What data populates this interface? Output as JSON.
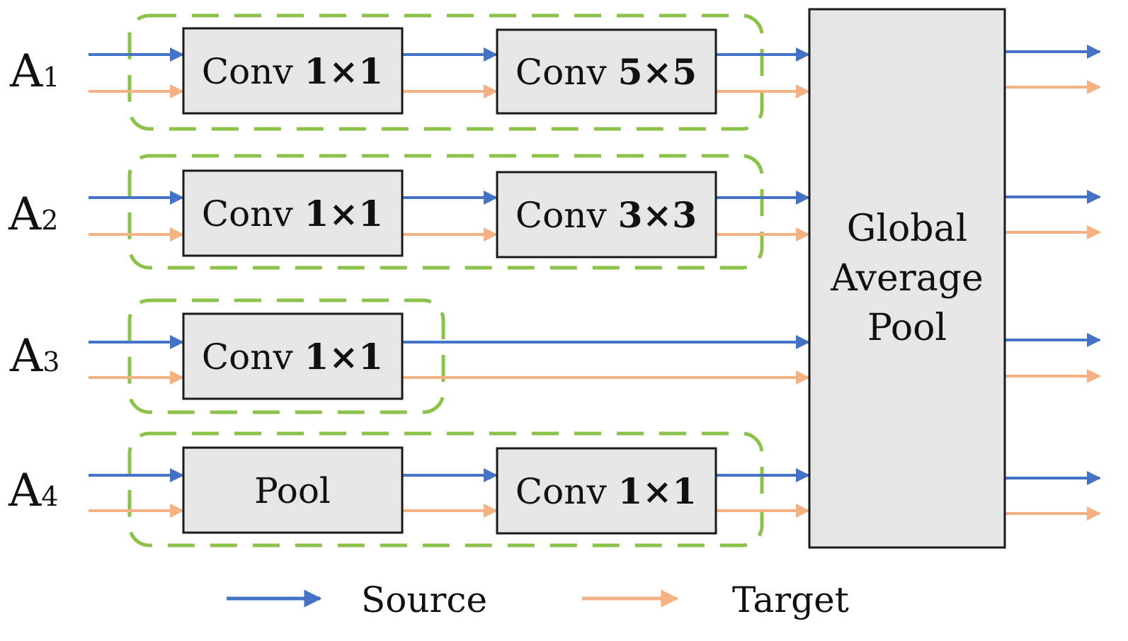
{
  "colors": {
    "source": "#4472C4",
    "target": "#F4B183",
    "group": "#8BC34A",
    "box_fill": "#E6E6E6",
    "box_stroke": "#1a1a1a"
  },
  "rows": [
    {
      "label": "A",
      "sub": "1",
      "boxes": [
        {
          "word": "Conv",
          "kernel": "1×1"
        },
        {
          "word": "Conv",
          "kernel": "5×5"
        }
      ]
    },
    {
      "label": "A",
      "sub": "2",
      "boxes": [
        {
          "word": "Conv",
          "kernel": "1×1"
        },
        {
          "word": "Conv",
          "kernel": "3×3"
        }
      ]
    },
    {
      "label": "A",
      "sub": "3",
      "boxes": [
        {
          "word": "Conv",
          "kernel": "1×1"
        }
      ]
    },
    {
      "label": "A",
      "sub": "4",
      "boxes": [
        {
          "word": "Pool",
          "kernel": ""
        },
        {
          "word": "Conv",
          "kernel": "1×1"
        }
      ]
    }
  ],
  "gap": {
    "lines": [
      "Global",
      "Average",
      "Pool"
    ]
  },
  "legend": {
    "source": "Source",
    "target": "Target"
  }
}
